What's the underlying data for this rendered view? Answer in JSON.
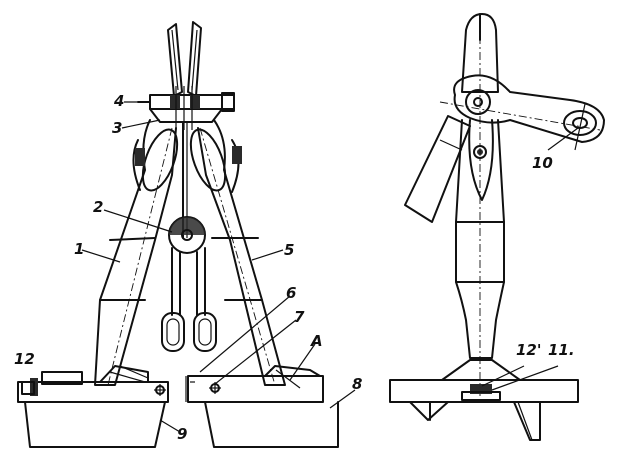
{
  "figure": {
    "background": "#ffffff",
    "ink": "#111111",
    "left_view_labels": [
      "1",
      "2",
      "3",
      "4",
      "5",
      "6",
      "7",
      "A",
      "8",
      "9",
      "12"
    ],
    "right_view_labels": [
      "10",
      "11",
      "12"
    ],
    "labels": {
      "l1": "1",
      "l2": "2",
      "l3": "3",
      "l4": "4",
      "l5": "5",
      "l6": "6",
      "l7": "7",
      "lA": "A",
      "l8": "8",
      "l9": "9",
      "l12a": "12",
      "l10": "10",
      "l11": "11.",
      "l12b": "12'"
    }
  }
}
